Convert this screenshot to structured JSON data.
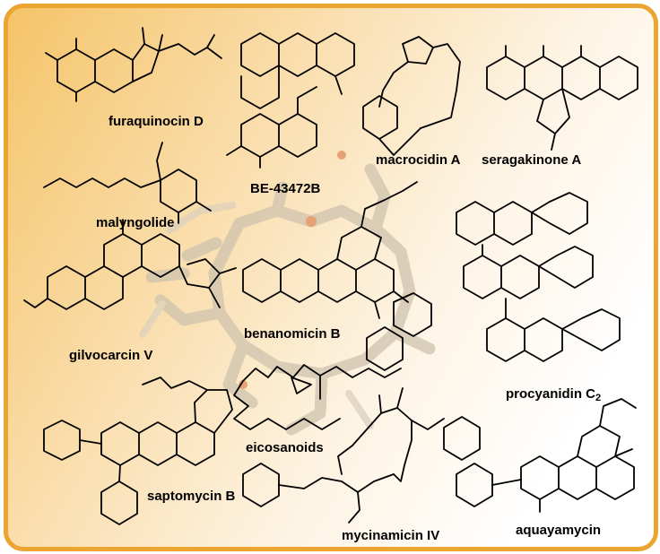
{
  "figure": {
    "colors": {
      "frame": "#EDA531",
      "background_start": "#F5C469",
      "background_end": "#FFFFFF",
      "ghost_model": "#CFC3AE",
      "ghost_oxygen": "#E08A5A",
      "ink": "#000000"
    },
    "compounds": [
      {
        "name": "furaquinocin D"
      },
      {
        "name": "BE-43472B"
      },
      {
        "name": "macrocidin A"
      },
      {
        "name": "seragakinone A"
      },
      {
        "name": "malyngolide"
      },
      {
        "name": "gilvocarcin V"
      },
      {
        "name": "benanomicin B"
      },
      {
        "name": "procyanidin C",
        "subscript": "2"
      },
      {
        "name": "eicosanoids"
      },
      {
        "name": "saptomycin B"
      },
      {
        "name": "mycinamicin IV"
      },
      {
        "name": "aquayamycin"
      }
    ]
  }
}
